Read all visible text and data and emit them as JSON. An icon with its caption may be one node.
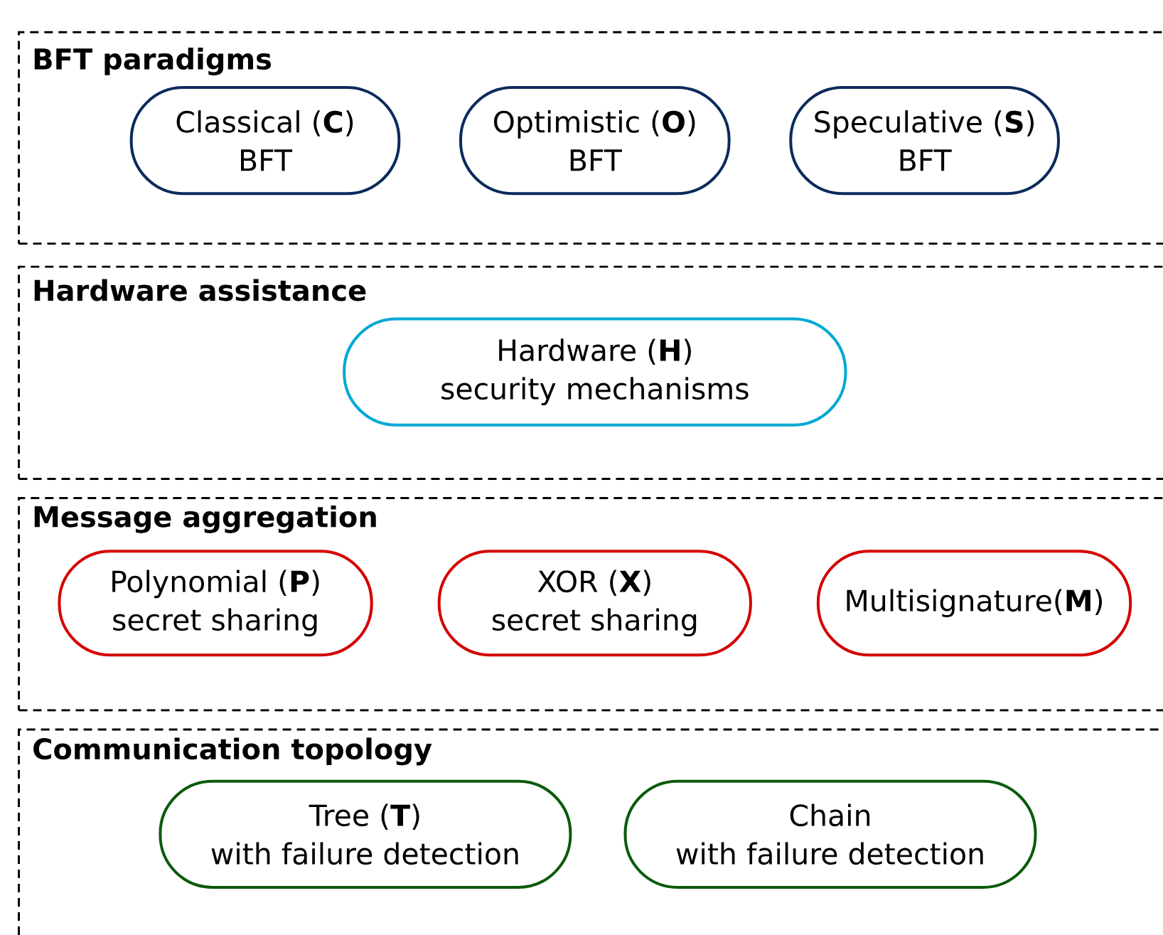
{
  "diagram": {
    "nodes": [
      {
        "text": [
          "BFT paradigms"
        ]
      },
      {
        "text": [
          "Classical (**C**)",
          "BFT"
        ],
        "in": 0
      },
      {
        "text": [
          "Optimistic (**O**)",
          "BFT"
        ],
        "in": 0
      },
      {
        "text": [
          "Speculative (**S**)",
          "BFT"
        ],
        "in": 0
      },
      {
        "text": [
          "Hardware assistance"
        ]
      },
      {
        "text": [
          "Hardware (**H**)",
          "security mechanisms"
        ],
        "in": 4
      },
      {
        "text": [
          "Message aggregation"
        ]
      },
      {
        "text": [
          "Polynomial (**P**)",
          "secret sharing"
        ],
        "in": 6
      },
      {
        "text": [
          "XOR (**X**)",
          "secret sharing"
        ],
        "in": 6
      },
      {
        "text": [
          "Multisignature(**M**)"
        ],
        "in": 6
      },
      {
        "text": [
          "Communication topology"
        ]
      },
      {
        "text": [
          "Tree (**T**)",
          "with failure detection"
        ],
        "in": 10
      },
      {
        "text": [
          "Chain",
          "with failure detection"
        ],
        "in": 10
      }
    ]
  }
}
